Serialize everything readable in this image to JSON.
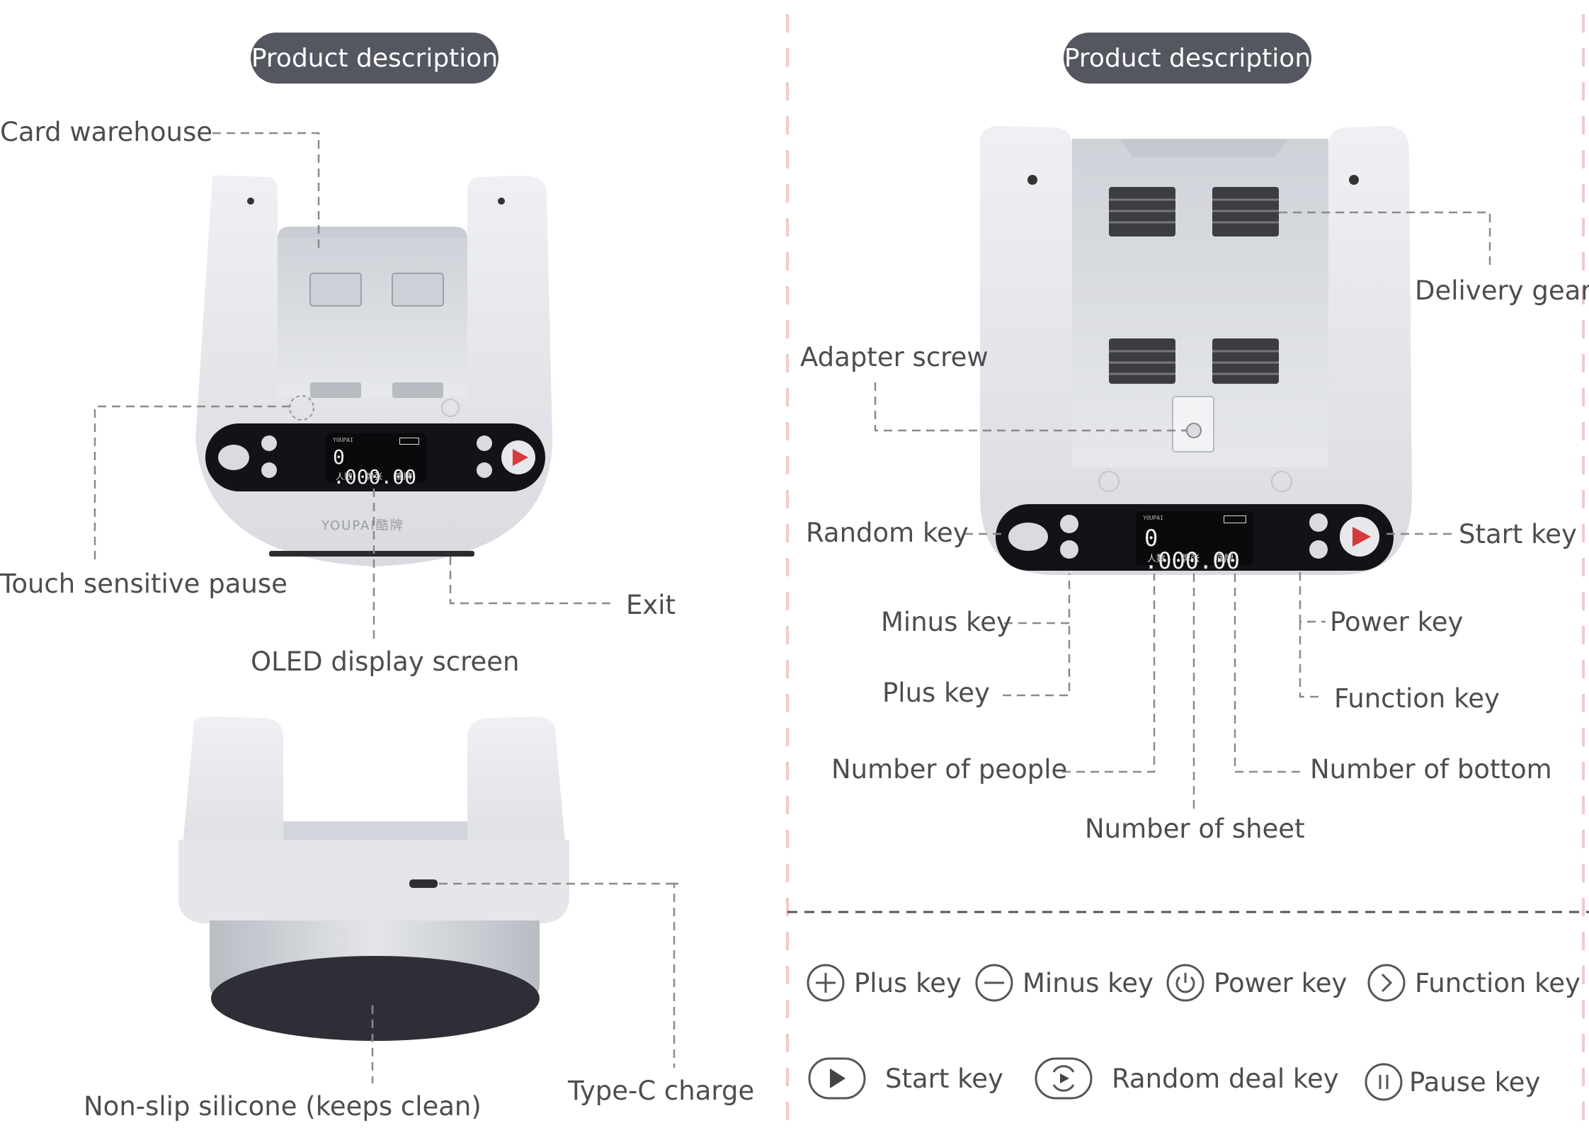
{
  "left_panel": {
    "badge": "Product description",
    "labels": {
      "card_warehouse": "Card warehouse",
      "touch_pause": "Touch sensitive pause",
      "exit": "Exit",
      "oled": "OLED display screen",
      "non_slip": "Non-slip silicone (keeps clean)",
      "type_c": "Type-C charge"
    },
    "device": {
      "brand": "YOUPAI酷牌",
      "screen_value": "0 .000.00",
      "screen_sub": [
        "人数",
        "牌张",
        "底牌"
      ],
      "screen_tag": "YOUPAI"
    }
  },
  "right_panel": {
    "badge": "Product description",
    "labels": {
      "delivery_gear": "Delivery gear",
      "adapter_screw": "Adapter screw",
      "random_key": "Random key",
      "start_key": "Start key",
      "minus_key": "Minus key",
      "power_key": "Power key",
      "plus_key": "Plus key",
      "function_key": "Function key",
      "number_people": "Number of people",
      "number_bottom": "Number of bottom",
      "number_sheet": "Number of sheet"
    },
    "device": {
      "screen_value": "0 .000.00",
      "screen_sub": [
        "人数",
        "牌张",
        "底牌"
      ],
      "screen_tag": "YOUPAI"
    }
  },
  "legend": [
    {
      "icon": "plus-circle-icon",
      "label": "Plus key"
    },
    {
      "icon": "minus-circle-icon",
      "label": "Minus key"
    },
    {
      "icon": "power-icon",
      "label": "Power key"
    },
    {
      "icon": "chevron-right-circle-icon",
      "label": "Function key"
    },
    {
      "icon": "play-icon",
      "label": "Start key"
    },
    {
      "icon": "random-deal-icon",
      "label": "Random deal key"
    },
    {
      "icon": "pause-circle-icon",
      "label": "Pause key"
    }
  ],
  "colors": {
    "badge_bg": "#545660",
    "leader_line": "#8a8a8a",
    "divider_pink": "#f3c9c9",
    "start_red": "#d63a3a",
    "device_body": "#e9eaee"
  }
}
